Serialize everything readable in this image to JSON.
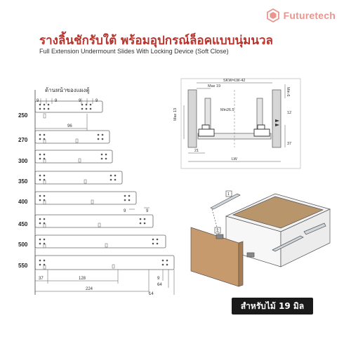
{
  "brand": {
    "name": "Futuretech"
  },
  "title": {
    "thai": "รางลิ้นชักรับใต้ พร้อมอุปกรณ์ล็อคแบบนุ่มนวล",
    "english": "Full Extension Undermount Slides With Locking Device (Soft Close)"
  },
  "side_view": {
    "front_label": "ด้านหน้าของแผงตู้",
    "lengths": [
      "250",
      "270",
      "300",
      "350",
      "400",
      "450",
      "500",
      "550"
    ],
    "top_dims": [
      "9",
      "9",
      "9",
      "9"
    ],
    "dim_96": "96",
    "right_dims": [
      "9",
      "9"
    ],
    "bottom_dims": [
      "37",
      "128",
      "224",
      "9",
      "64",
      "14"
    ]
  },
  "cross_section": {
    "skw": "SKW=LW-42",
    "max19": "Max 19",
    "min6": "Min 6",
    "max13": "Max 13",
    "min265": "Min26.5",
    "d12": "12",
    "d37": "37",
    "d21": "21",
    "lw": "LW"
  },
  "iso_view": {
    "callout_1": "1",
    "callout_2": "2"
  },
  "badge": {
    "text": "สำหรับไม้ 19 มิล"
  },
  "colors": {
    "title_red": "#b5352e",
    "brand_pink": "#e8968f",
    "line": "#555555",
    "badge_bg": "#1a1a1a"
  }
}
